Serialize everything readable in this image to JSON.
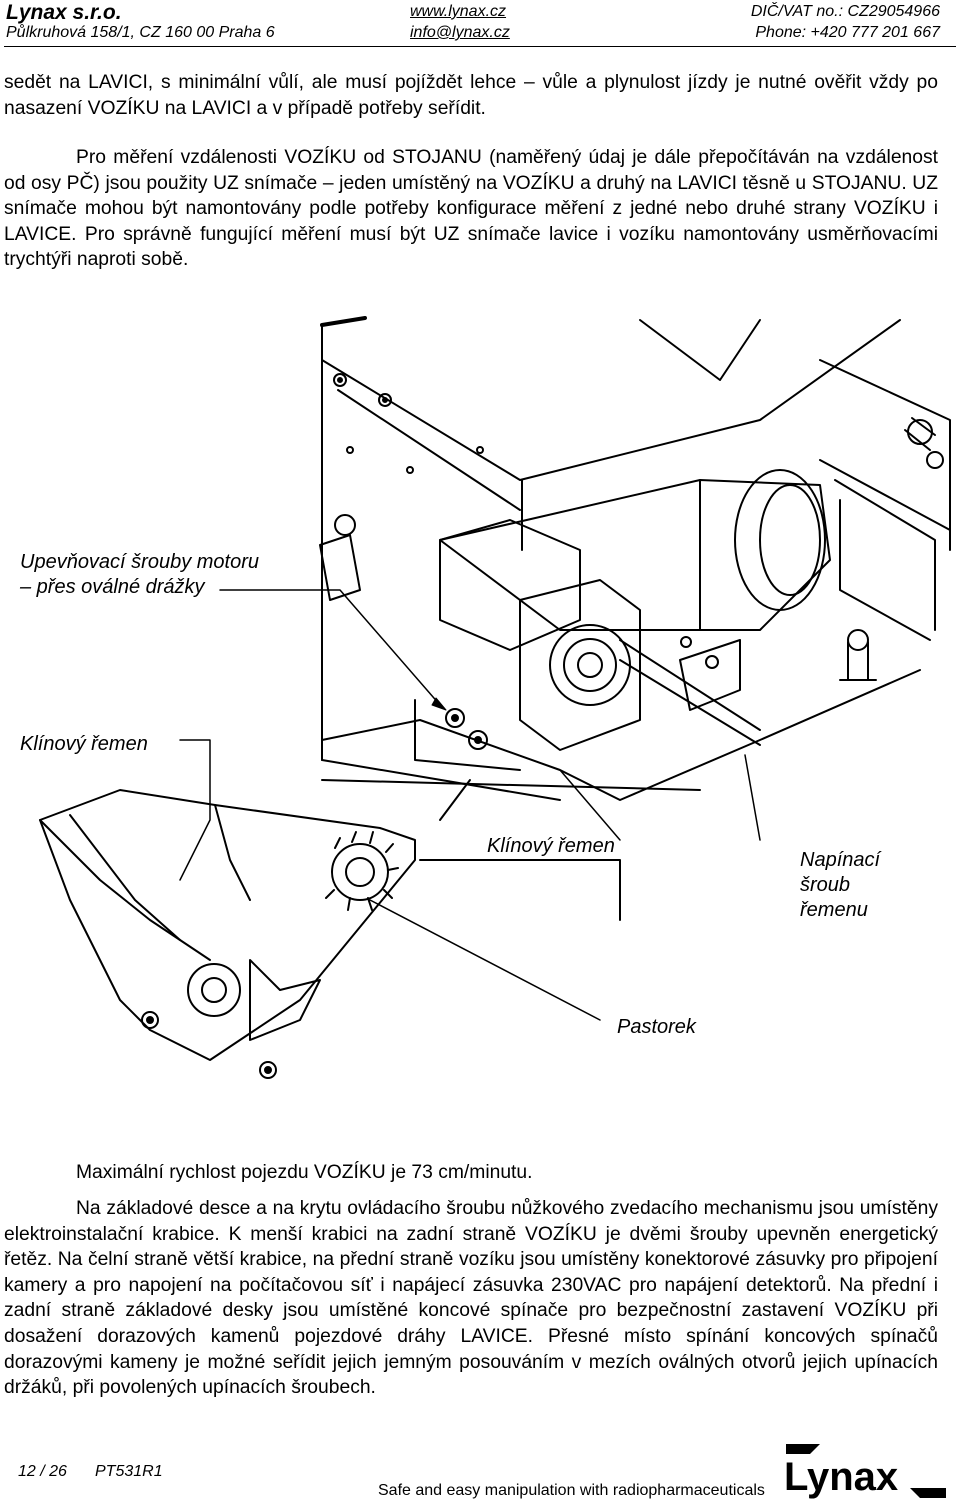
{
  "header": {
    "company": "Lynax s.r.o.",
    "address": "Půlkruhová 158/1, CZ 160 00 Praha 6",
    "website": "www.lynax.cz",
    "email": "info@lynax.cz",
    "vat": "DIČ/VAT no.: CZ29054966",
    "phone": "Phone: +420 777 201 667"
  },
  "intro_text": "sedět na LAVICI, s minimální vůlí, ale musí pojíždět lehce – vůle a plynulost jízdy je nutné ověřit vždy po nasazení VOZÍKU na LAVICI a v případě potřeby seřídit.",
  "measure_text": "Pro měření vzdálenosti VOZÍKU od STOJANU (naměřený údaj je dále přepočítáván na vzdálenost od osy PČ) jsou použity UZ snímače – jeden umístěný na VOZÍKU a druhý na LAVICI těsně u STOJANU. UZ snímače mohou být namontovány podle potřeby konfigurace měření z jedné nebo druhé strany VOZÍKU i LAVICE. Pro správně fungující měření musí být UZ snímače lavice i vozíku namontovány usměrňovacími trychtýři naproti sobě.",
  "figure": {
    "callouts": {
      "motor_screws_line1": "Upevňovací šrouby motoru",
      "motor_screws_line2": "– přes oválné drážky",
      "v_belt_left": "Klínový řemen",
      "v_belt_right": "Klínový řemen",
      "tension_line1": "Napínací",
      "tension_line2": "šroub",
      "tension_line3": "řemenu",
      "pinion": "Pastorek"
    }
  },
  "speed_text": "Maximální rychlost pojezdu VOZÍKU je 73 cm/minutu.",
  "boxes_text": "Na základové desce a na krytu ovládacího šroubu nůžkového zvedacího mechanismu jsou umístěny elektroinstalační krabice. K menší krabici na zadní straně VOZÍKU je dvěmi šrouby upevněn energetický řetěz. Na čelní straně větší krabice, na přední straně vozíku jsou umístěny konektorové zásuvky pro připojení kamery a pro napojení na počítačovou síť i napájecí zásuvka 230VAC pro napájení detektorů. Na přední i zadní straně základové desky jsou umístěné koncové spínače pro bezpečnostní zastavení VOZÍKU při dosažení dorazových kamenů pojezdové dráhy LAVICE. Přesné místo spínání koncových spínačů dorazovými kameny je možné seřídit jejich jemným posouváním v mezích oválných otvorů jejich upínacích držáků, při povolených upínacích šroubech.",
  "footer": {
    "page": "12 / 26",
    "doc_id": "PT531R1",
    "tagline": "Safe and easy manipulation with radiopharmaceuticals",
    "logo_text": "Lynax"
  }
}
